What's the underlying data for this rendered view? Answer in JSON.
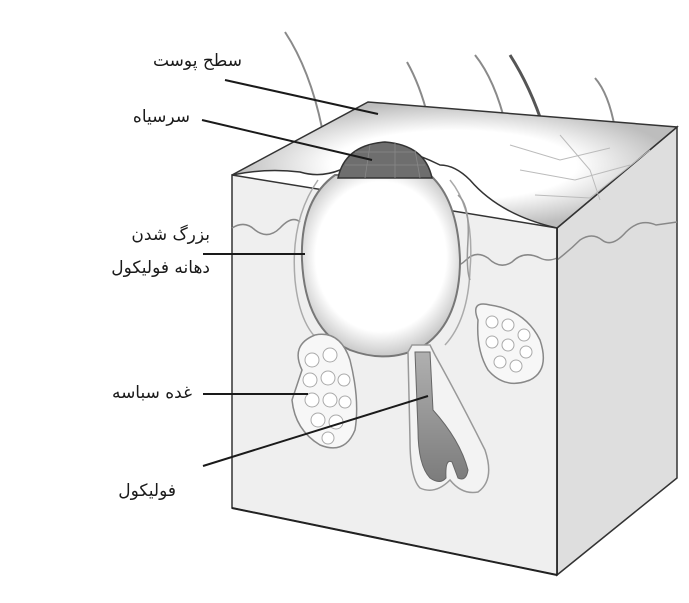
{
  "diagram": {
    "title": "",
    "subject": "acne comedone skin cross-section",
    "colors": {
      "background": "#ffffff",
      "line": "#1a1a1a",
      "skin_face": "#eeeeee",
      "skin_side": "#dcdcdc",
      "top_surface": "#cfcfcf",
      "blackhead": "#6e6e6e",
      "hair_root": "#8a8a8a"
    },
    "labels": [
      {
        "id": "skin-surface",
        "text": "سطح پوست"
      },
      {
        "id": "blackhead",
        "text": "سرسیاه"
      },
      {
        "id": "enlarged-pore-line1",
        "text": "بزرگ شدن"
      },
      {
        "id": "enlarged-pore-line2",
        "text": "دهانه فولیکول"
      },
      {
        "id": "sebaceous-gland",
        "text": "غده سباسه"
      },
      {
        "id": "follicle",
        "text": "فولیکول"
      }
    ]
  }
}
